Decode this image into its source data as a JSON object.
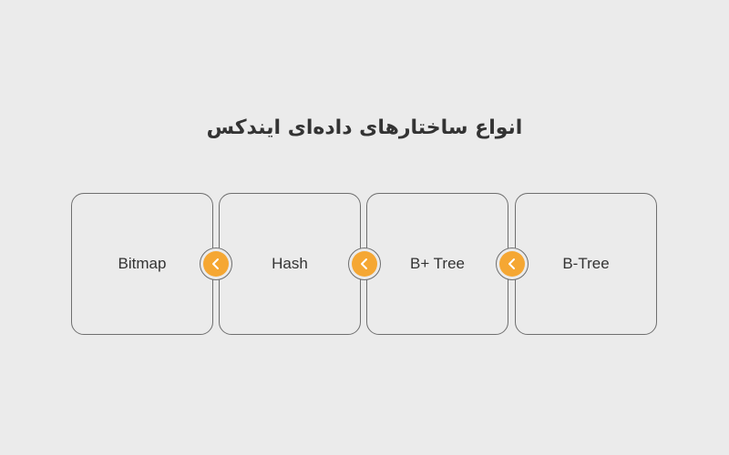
{
  "title": "انواع ساختارهای داده‌ای ایندکس",
  "cards": [
    {
      "label": "Bitmap"
    },
    {
      "label": "Hash"
    },
    {
      "label": "B+ Tree"
    },
    {
      "label": "B-Tree"
    }
  ],
  "connectors": [
    {
      "icon": "chevron-left-icon"
    },
    {
      "icon": "chevron-left-icon"
    },
    {
      "icon": "chevron-left-icon"
    }
  ],
  "colors": {
    "background": "#ebebeb",
    "accent": "#f5a733",
    "border": "#6e6e6e",
    "text": "#333333"
  }
}
